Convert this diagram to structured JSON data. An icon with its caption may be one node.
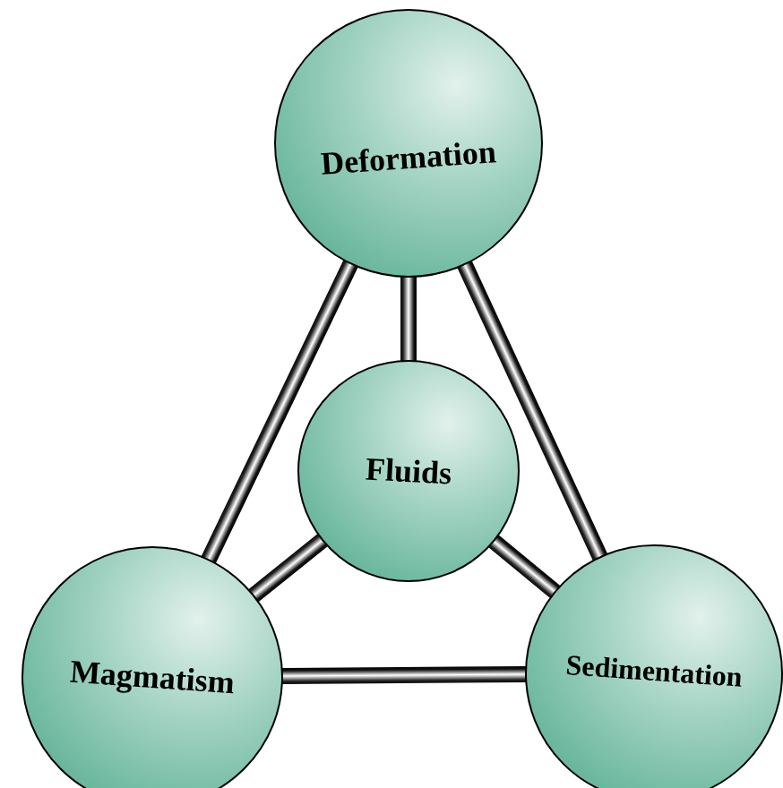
{
  "diagram": {
    "nodes": [
      {
        "text": [
          "Deformation"
        ]
      },
      {
        "text": [
          "Fluids"
        ]
      },
      {
        "text": [
          "Magmatism"
        ]
      },
      {
        "text": [
          "Sedimentation"
        ]
      }
    ],
    "edges": [
      {
        "from": 0,
        "to": 2,
        "arrow": "none"
      },
      {
        "from": 0,
        "to": 3,
        "arrow": "none"
      },
      {
        "from": 0,
        "to": 1,
        "arrow": "none"
      },
      {
        "from": 1,
        "to": 2,
        "arrow": "none"
      },
      {
        "from": 1,
        "to": 3,
        "arrow": "none"
      },
      {
        "from": 2,
        "to": 3,
        "arrow": "none"
      }
    ]
  }
}
